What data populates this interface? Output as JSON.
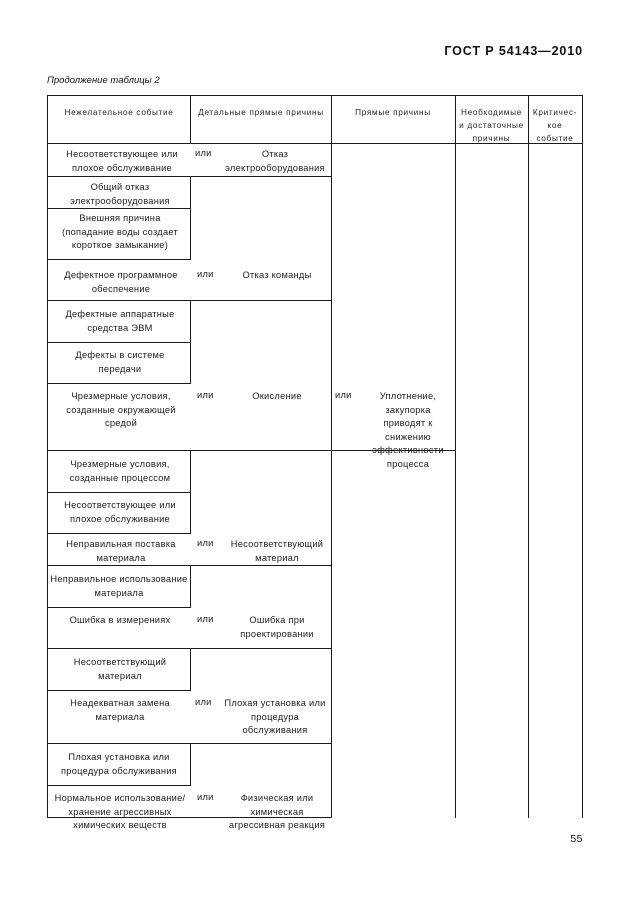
{
  "document": {
    "standard_title": "ГОСТ Р 54143—2010",
    "continuation_label": "Продолжение таблицы 2",
    "page_number": "55"
  },
  "table": {
    "headers": [
      "Нежелательное событие",
      "Детальные прямые причины",
      "Прямые причины",
      "Необходимые и достаточные причины",
      "Критичес- кое событие"
    ],
    "connector": "или",
    "col1": [
      "Несоответствующее или плохое обслуживание",
      "Общий отказ электрооборудования",
      "Внешняя причина (попадание воды создает короткое замыкание)",
      "Дефектное программное обеспечение",
      "Дефектные аппаратные средства ЭВМ",
      "Дефекты в системе передачи",
      "Чрезмерные условия, созданные окружающей средой",
      "Чрезмерные условия, созданные процессом",
      "Несоответствующее или плохое обслуживание",
      "Неправильная поставка материала",
      "Неправильное использование материала",
      "Ошибка в измерениях",
      "Несоответствующий материал",
      "Неадекватная замена материала",
      "Плохая установка или процедура обслуживания",
      "Нормальное использование/хранение агрессивных химических веществ"
    ],
    "col2": [
      "Отказ электрооборудования",
      "Отказ команды",
      "Окисление",
      "Несоответствующий материал",
      "Ошибка при проектировании",
      "Плохая установка или процедура обслуживания",
      "Физическая или химическая агрессивная реакция"
    ],
    "col3": [
      "Уплотнение, закупорка приводят к снижению эффективности процесса"
    ],
    "col4": [],
    "col5": []
  },
  "colors": {
    "rule": "#1a1a1a",
    "text": "#1c1c1c",
    "page_bg": "#ffffff"
  }
}
